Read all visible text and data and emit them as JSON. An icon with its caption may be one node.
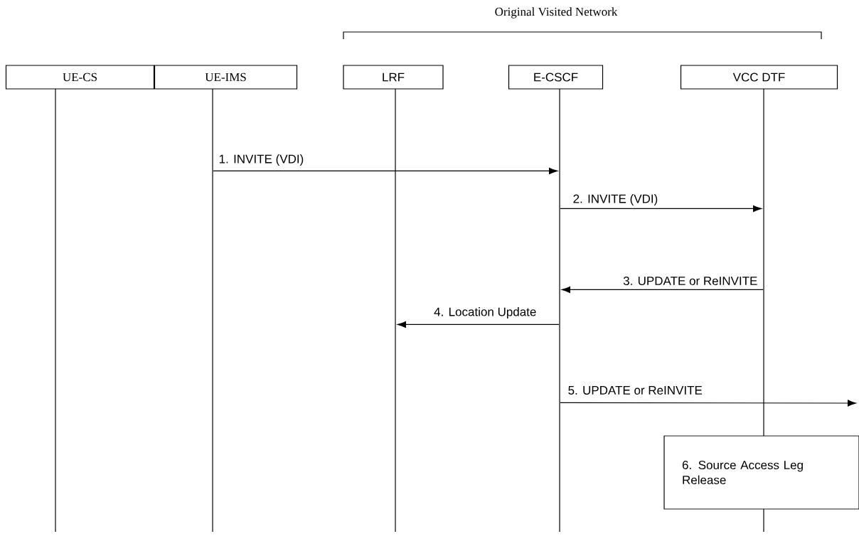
{
  "diagram": {
    "nodes": [
      {
        "text": [
          "UE-CS"
        ]
      },
      {
        "text": [
          "UE-IMS"
        ]
      },
      {
        "text": [
          "LRF"
        ]
      },
      {
        "text": [
          "E-CSCF"
        ]
      },
      {
        "text": [
          "VCC DTF"
        ]
      },
      {
        "text": [
          "6. Source Access Leg Release"
        ]
      },
      {
        "text": [],
        "shape": "line"
      },
      {
        "text": [],
        "shape": "line"
      },
      {
        "text": [],
        "shape": "line"
      },
      {
        "text": [],
        "shape": "line"
      },
      {
        "text": [],
        "shape": "line"
      }
    ],
    "edges": [
      {
        "from": 7,
        "to": 9,
        "arrow": "to",
        "label": "1. INVITE (VDI)"
      },
      {
        "from": 9,
        "to": 10,
        "arrow": "to",
        "label": "2. INVITE (VDI)"
      },
      {
        "from": 10,
        "to": 9,
        "arrow": "to",
        "label": "3. UPDATE or ReINVITE"
      },
      {
        "from": 9,
        "to": 8,
        "arrow": "to",
        "label": "4. Location Update"
      },
      {
        "from": 9,
        "to": null,
        "arrow": "to",
        "label": "5. UPDATE or ReINVITE"
      }
    ],
    "labels": [
      "Original Visited Network"
    ]
  }
}
